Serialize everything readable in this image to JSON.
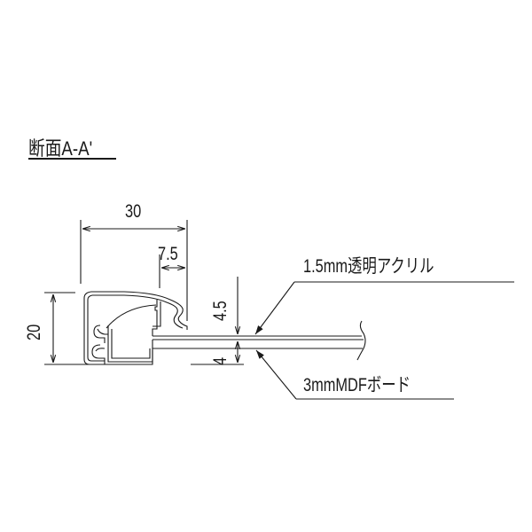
{
  "title": "断面A-A'",
  "dimensions": {
    "width_total": "30",
    "width_lip": "7.5",
    "height_total": "20",
    "gap_top": "4.5",
    "gap_bottom": "4"
  },
  "callouts": {
    "acrylic": "1.5mm透明アクリル",
    "board": "3mmMDFボード"
  },
  "colors": {
    "line": "#1a1a1a",
    "background": "#ffffff"
  }
}
